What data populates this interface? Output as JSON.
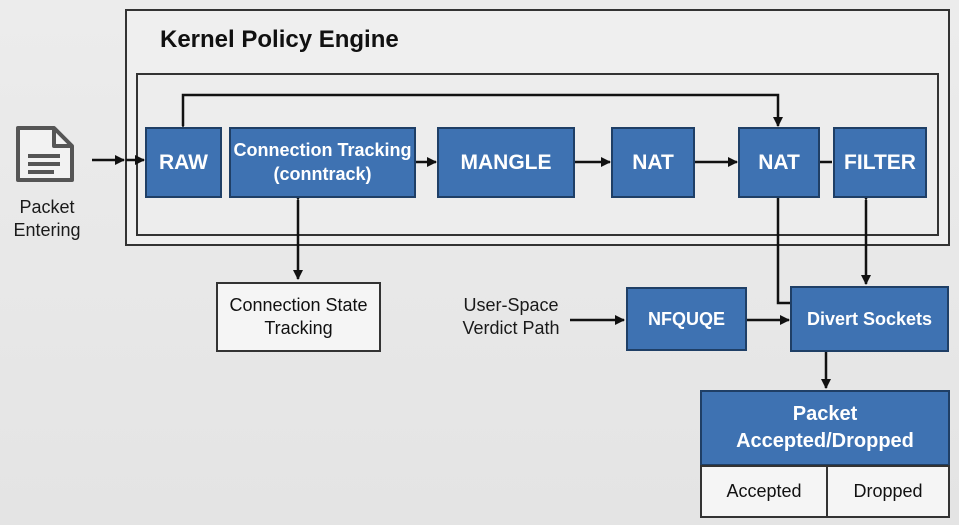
{
  "input": {
    "icon": "document-icon",
    "label_line1": "Packet",
    "label_line2": "Entering"
  },
  "engine": {
    "title": "Kernel Policy Engine",
    "stages": {
      "raw": "RAW",
      "conntrack_line1": "Connection Tracking",
      "conntrack_line2": "(conntrack)",
      "mangle": "MANGLE",
      "nat1": "NAT",
      "nat2": "NAT",
      "filter": "FILTER"
    }
  },
  "state_tracking": {
    "line1": "Connection State",
    "line2": "Tracking"
  },
  "userspace": {
    "label_line1": "User-Space",
    "label_line2": "Verdict Path",
    "nfqueue": "NFQUQE",
    "divert": "Divert Sockets"
  },
  "result": {
    "title_line1": "Packet",
    "title_line2": "Accepted/Dropped",
    "accepted": "Accepted",
    "dropped": "Dropped"
  },
  "colors": {
    "stage_fill": "#3e72b2",
    "stage_border": "#1f3f66",
    "line": "#111111",
    "icon": "#555555"
  }
}
